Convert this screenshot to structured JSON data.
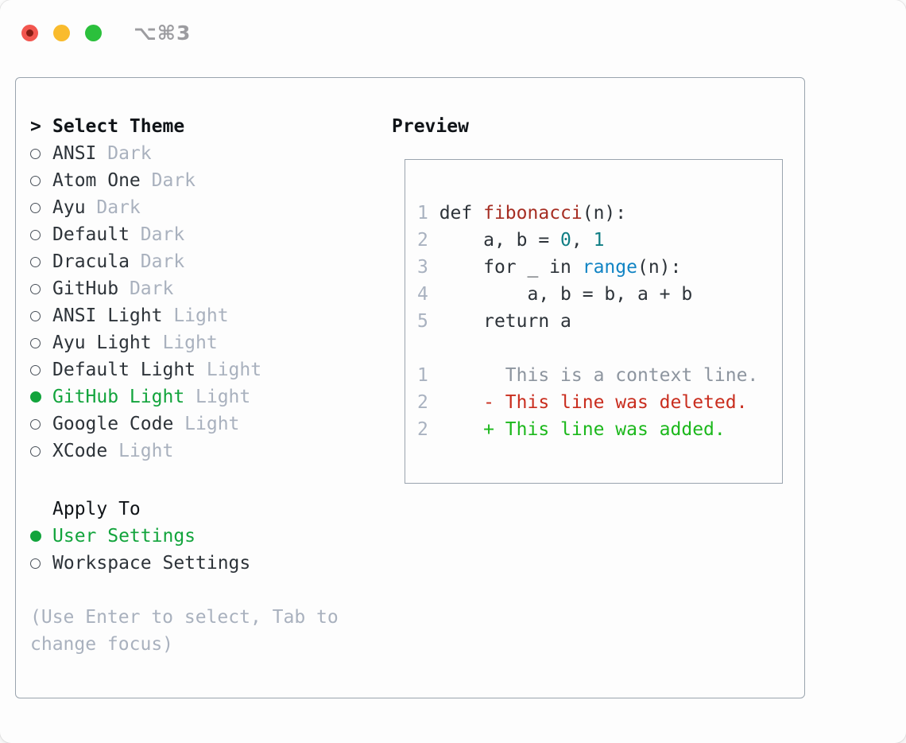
{
  "window": {
    "title": "⌥⌘3",
    "traffic_lights": [
      "close",
      "minimize",
      "zoom"
    ]
  },
  "theme_selector": {
    "prompt": ">",
    "heading": "Select Theme",
    "items": [
      {
        "name": "ANSI",
        "variant": "Dark",
        "selected": false
      },
      {
        "name": "Atom One",
        "variant": "Dark",
        "selected": false
      },
      {
        "name": "Ayu",
        "variant": "Dark",
        "selected": false
      },
      {
        "name": "Default",
        "variant": "Dark",
        "selected": false
      },
      {
        "name": "Dracula",
        "variant": "Dark",
        "selected": false
      },
      {
        "name": "GitHub",
        "variant": "Dark",
        "selected": false
      },
      {
        "name": "ANSI Light",
        "variant": "Light",
        "selected": false
      },
      {
        "name": "Ayu Light",
        "variant": "Light",
        "selected": false
      },
      {
        "name": "Default Light",
        "variant": "Light",
        "selected": false
      },
      {
        "name": "GitHub Light",
        "variant": "Light",
        "selected": true
      },
      {
        "name": "Google Code",
        "variant": "Light",
        "selected": false
      },
      {
        "name": "XCode",
        "variant": "Light",
        "selected": false
      }
    ],
    "apply_to": {
      "heading": "Apply To",
      "options": [
        {
          "name": "User Settings",
          "selected": true
        },
        {
          "name": "Workspace Settings",
          "selected": false
        }
      ]
    },
    "hint": "(Use Enter to select, Tab to change focus)"
  },
  "preview": {
    "heading": "Preview",
    "lines": [
      {
        "num": "1",
        "segments": [
          {
            "t": " def ",
            "c": "fg"
          },
          {
            "t": "fibonacci",
            "c": "func"
          },
          {
            "t": "(n):",
            "c": "fg"
          }
        ]
      },
      {
        "num": "2",
        "segments": [
          {
            "t": "     a, b = ",
            "c": "fg"
          },
          {
            "t": "0",
            "c": "num"
          },
          {
            "t": ", ",
            "c": "fg"
          },
          {
            "t": "1",
            "c": "num"
          }
        ]
      },
      {
        "num": "3",
        "segments": [
          {
            "t": "     for _ in ",
            "c": "fg"
          },
          {
            "t": "range",
            "c": "kw"
          },
          {
            "t": "(n):",
            "c": "fg"
          }
        ]
      },
      {
        "num": "4",
        "segments": [
          {
            "t": "         a, b = b, a + b",
            "c": "fg"
          }
        ]
      },
      {
        "num": "5",
        "segments": [
          {
            "t": "     return a",
            "c": "fg"
          }
        ]
      },
      {
        "num": "",
        "segments": []
      },
      {
        "num": "1",
        "segments": [
          {
            "t": "       This is a context line.",
            "c": "context"
          }
        ]
      },
      {
        "num": "2",
        "segments": [
          {
            "t": "     - This line was deleted.",
            "c": "deleted"
          }
        ]
      },
      {
        "num": "2",
        "segments": [
          {
            "t": "     + This line was added.",
            "c": "added"
          }
        ]
      }
    ]
  },
  "colors": {
    "fg": "#2d3339",
    "heading": "#101418",
    "muted": "#a9b1be",
    "lineno": "#a9b2c0",
    "context": "#8d959f",
    "green": "#12a43c",
    "added": "#1cb81c",
    "deleted": "#c92d1e",
    "func": "#a62e23",
    "number": "#107e84",
    "builtin": "#1184c4",
    "border": "#9aa4ae",
    "traffic_red": "#f2564f",
    "traffic_red_dot": "#871d14",
    "traffic_yellow": "#f9bb2d",
    "traffic_green": "#2bc03c",
    "title_gray": "#9c9ca0",
    "window_bg": "#fdfdfd"
  }
}
